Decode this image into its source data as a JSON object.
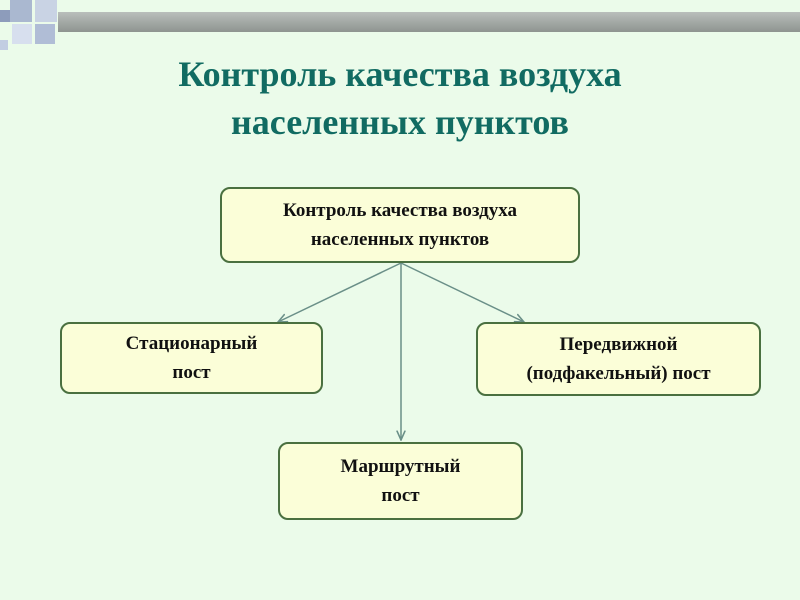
{
  "title": {
    "line1": "Контроль качества воздуха",
    "line2": "населенных пунктов"
  },
  "diagram": {
    "root": {
      "line1": "Контроль качества воздуха",
      "line2": "населенных пунктов"
    },
    "children": [
      {
        "line1": "Стационарный",
        "line2": "пост"
      },
      {
        "line1": "Передвижной",
        "line2": "(подфакельный) пост"
      },
      {
        "line1": "Маршрутный",
        "line2": "пост"
      }
    ]
  },
  "colors": {
    "background": "#ebfbea",
    "title": "#116b62",
    "box_fill": "#fbfed8",
    "box_border": "#4a7040",
    "connector": "#6a8f88"
  }
}
